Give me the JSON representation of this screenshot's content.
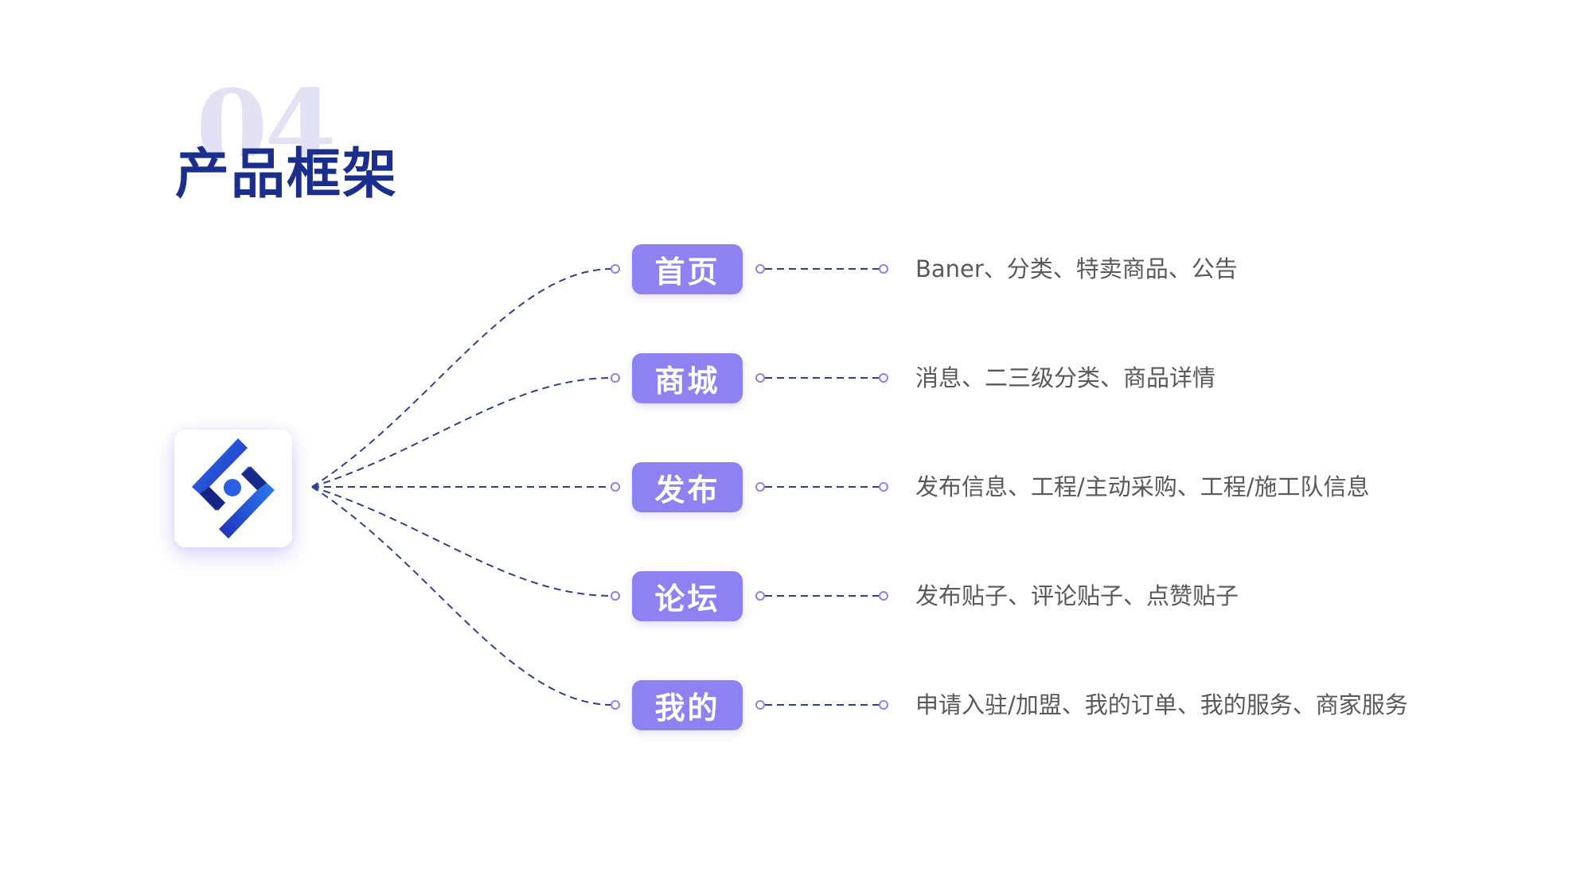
{
  "header": {
    "section_number": "04",
    "title": "产品框架"
  },
  "logo": {
    "icon": "app-logo-icon",
    "colors": [
      "#1f3fd6",
      "#1e6ff0",
      "#3b2fb8"
    ]
  },
  "modules": [
    {
      "label": "首页",
      "description": "Baner、分类、特卖商品、公告"
    },
    {
      "label": "商城",
      "description": "消息、二三级分类、商品详情"
    },
    {
      "label": "发布",
      "description": "发布信息、工程/主动采购、工程/施工队信息"
    },
    {
      "label": "论坛",
      "description": "发布贴子、评论贴子、点赞贴子"
    },
    {
      "label": "我的",
      "description": "申请入驻/加盟、我的订单、我的服务、商家服务"
    }
  ],
  "colors": {
    "accent": "#8e82f3",
    "title": "#1b2e8c",
    "connector": "#2f3f96",
    "text": "#595959",
    "watermark": "#e3e2f4"
  }
}
